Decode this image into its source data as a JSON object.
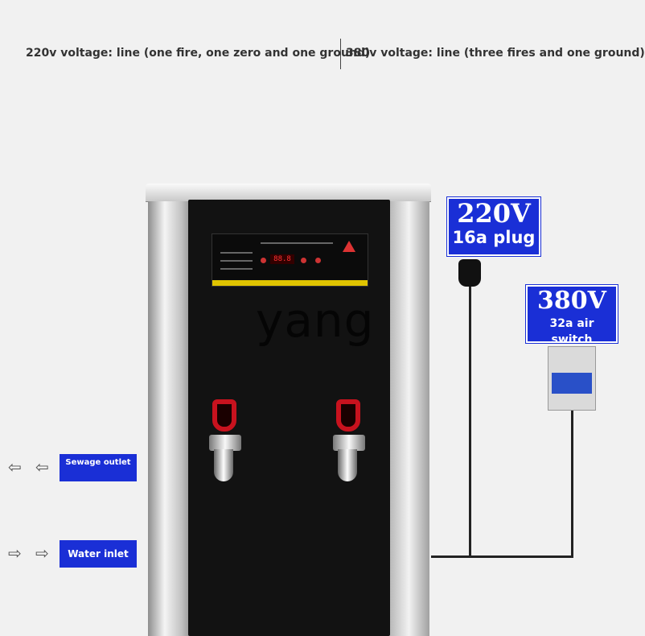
{
  "captions": {
    "left": "220v voltage: line (one fire, one zero and one ground)",
    "right": "380v voltage: line (three fires and one ground)"
  },
  "brand": {
    "text": "yang"
  },
  "panel": {
    "display": "88.8"
  },
  "labels": {
    "v220_big": "220V",
    "v220_small": "16a plug",
    "v380_big": "380V",
    "v380_small": "32a air switch",
    "sewage": "Sewage outlet",
    "inlet": "Water inlet"
  },
  "colors": {
    "label_blue": "#1a2fd6",
    "tap_red": "#c8121e",
    "front_black": "#121212"
  },
  "icons": [
    "plug-icon",
    "air-switch-icon",
    "arrow-left-icon",
    "arrow-right-icon"
  ]
}
